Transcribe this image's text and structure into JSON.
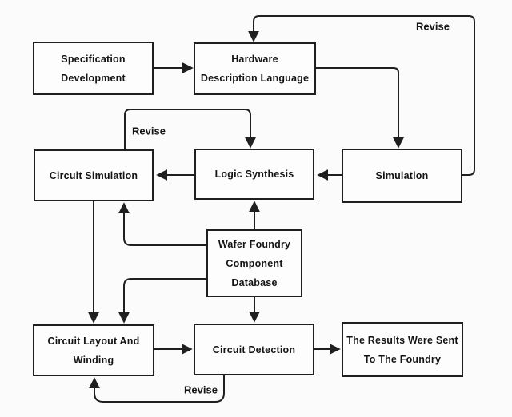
{
  "diagram": {
    "type": "flowchart",
    "colors": {
      "background": "#fbfbfb",
      "node_fill": "#fdfdfd",
      "line": "#1f1f1f",
      "text": "#141414"
    },
    "nodes": {
      "specification": {
        "lines": [
          "Specification",
          "Development"
        ]
      },
      "hdl": {
        "lines": [
          "Hardware",
          "Description Language"
        ]
      },
      "circuit_simulation": {
        "lines": [
          "Circuit Simulation"
        ]
      },
      "logic_synthesis": {
        "lines": [
          "Logic Synthesis"
        ]
      },
      "simulation": {
        "lines": [
          "Simulation"
        ]
      },
      "wafer_db": {
        "lines": [
          "Wafer Foundry",
          "Component",
          "Database"
        ]
      },
      "circuit_layout": {
        "lines": [
          "Circuit Layout And",
          "Winding"
        ]
      },
      "circuit_detection": {
        "lines": [
          "Circuit Detection"
        ]
      },
      "results": {
        "lines": [
          "The Results Were Sent",
          "To The Foundry"
        ]
      }
    },
    "edge_labels": {
      "revise_top": "Revise",
      "revise_mid": "Revise",
      "revise_bottom": "Revise"
    },
    "edges": [
      "Specification Development -> Hardware Description Language",
      "Hardware Description Language -> Simulation",
      "Simulation -> Logic Synthesis",
      "Logic Synthesis -> Circuit Simulation",
      "Circuit Simulation -> Logic Synthesis (Revise)",
      "Simulation -> Hardware Description Language (Revise)",
      "Wafer Foundry Component Database -> Logic Synthesis",
      "Wafer Foundry Component Database -> Circuit Simulation",
      "Wafer Foundry Component Database -> Circuit Layout And Winding",
      "Wafer Foundry Component Database -> Circuit Detection",
      "Circuit Simulation -> Circuit Layout And Winding",
      "Circuit Layout And Winding -> Circuit Detection",
      "Circuit Detection -> The Results Were Sent To The Foundry",
      "Circuit Detection -> Circuit Layout And Winding (Revise)"
    ]
  }
}
